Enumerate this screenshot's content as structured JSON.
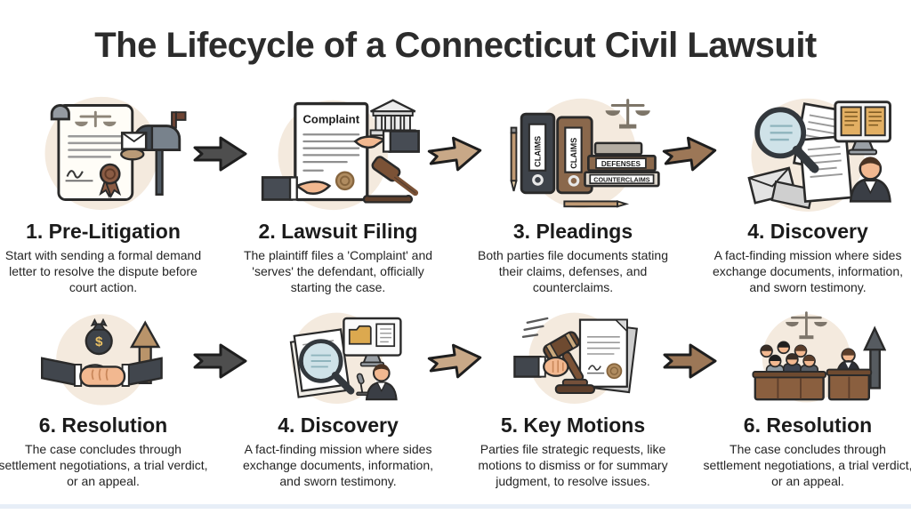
{
  "title": "The Lifecycle of a Connecticut Civil Lawsuit",
  "steps": [
    {
      "heading": "1. Pre-Litigation",
      "description": "Start with sending a formal demand letter to resolve the dispute before court action."
    },
    {
      "heading": "2. Lawsuit Filing",
      "description": "The plaintiff files a 'Complaint' and 'serves' the defendant, officially starting the case."
    },
    {
      "heading": "3. Pleadings",
      "description": "Both parties file documents stating their claims, defenses, and counterclaims."
    },
    {
      "heading": "4. Discovery",
      "description": "A fact-finding mission where sides exchange documents, information, and sworn testimony."
    },
    {
      "heading": "6. Resolution",
      "description": "The case concludes through settlement negotiations, a trial verdict, or an appeal."
    },
    {
      "heading": "4. Discovery",
      "description": "A fact-finding mission where sides exchange documents, information, and sworn testimony."
    },
    {
      "heading": "5. Key Motions",
      "description": "Parties file strategic requests, like motions to dismiss or for summary judgment, to resolve issues."
    },
    {
      "heading": "6. Resolution",
      "description": "The case concludes through settlement negotiations, a trial verdict, or an appeal."
    }
  ],
  "illustration_labels": {
    "complaint": "Complaint",
    "claims_binder_1": "CLAIMS",
    "claims_binder_2": "CLAIMS",
    "defenses": "DEFENSES",
    "counterclaims": "COUNTERCLAIMS",
    "money_dollar": "$"
  },
  "colors": {
    "background": "#ffffff",
    "title_text": "#2c2c2c",
    "heading_text": "#1b1b1b",
    "body_text": "#242424",
    "illustration_circle": "#f4eade",
    "arrow_dark": "#4e4e4e",
    "arrow_tan": "#c8a887",
    "arrow_brown": "#9c7757",
    "outline": "#2a2a2a",
    "bottom_strip": "#e7eef7"
  }
}
